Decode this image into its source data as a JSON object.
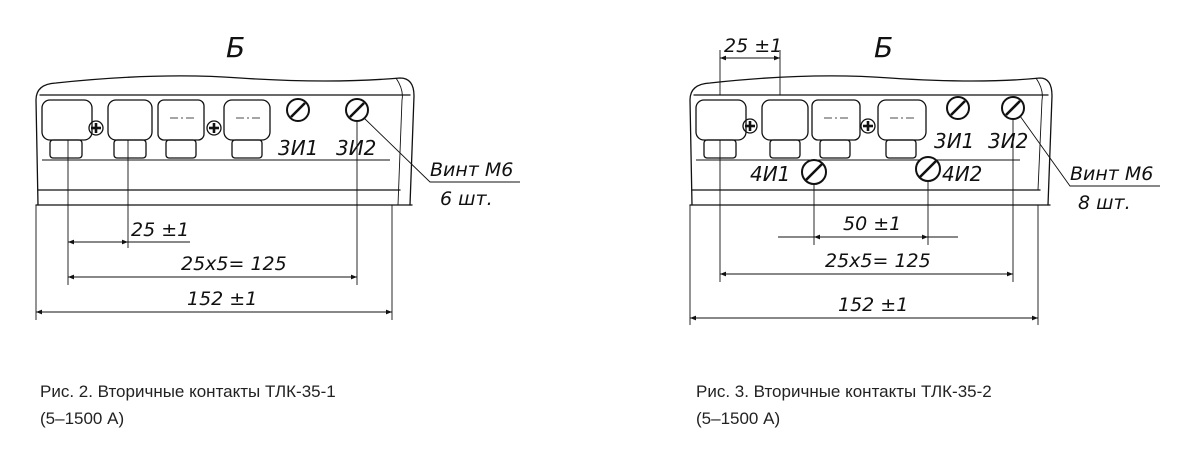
{
  "fig2": {
    "view_label": "Б",
    "terminal_labels": [
      "3И1",
      "3И2"
    ],
    "screw_callout": [
      "Винт М6",
      "6 шт."
    ],
    "dimensions": [
      "25 ±1",
      "25x5= 125",
      "152 ±1"
    ],
    "caption": [
      "Рис. 2. Вторичные контакты ТЛК-35-1",
      "(5–1500 А)"
    ]
  },
  "fig3": {
    "view_label": "Б",
    "terminal_labels": [
      "3И1",
      "3И2",
      "4И1",
      "4И2"
    ],
    "screw_callout": [
      "Винт М6",
      "8 шт."
    ],
    "dimensions": [
      "25 ±1",
      "50 ±1",
      "25x5= 125",
      "152 ±1"
    ],
    "caption": [
      "Рис. 3. Вторичные контакты ТЛК-35-2",
      "(5–1500 А)"
    ]
  }
}
